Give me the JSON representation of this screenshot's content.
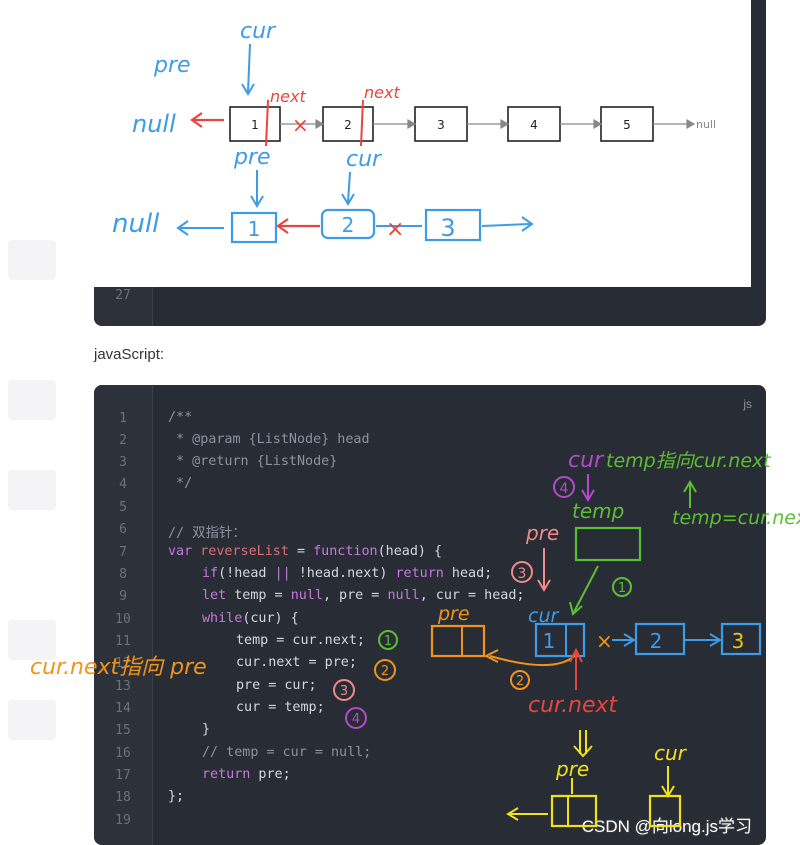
{
  "top_block": {
    "line_number": "27",
    "diagram": {
      "printed_nodes": [
        "1",
        "2",
        "3",
        "4",
        "5"
      ],
      "printed_null": "null",
      "labels": {
        "cur_top": "cur",
        "pre_top": "pre",
        "null_left": "null",
        "next_1": "next",
        "next_2": "next",
        "cross_1": "×",
        "pre_mid": "pre",
        "cur_mid": "cur",
        "null_bottom": "null",
        "node_b1": "1",
        "node_b2": "2",
        "node_b3": "3",
        "cross_2": "×"
      }
    }
  },
  "section_label": "javaScript:",
  "code_block": {
    "lang": "js",
    "line_numbers": [
      "1",
      "2",
      "3",
      "4",
      "5",
      "6",
      "7",
      "8",
      "9",
      "10",
      "11",
      "12",
      "13",
      "14",
      "15",
      "16",
      "17",
      "18",
      "19"
    ],
    "lines": {
      "l1": "/**",
      "l2": " * @param {ListNode} head",
      "l3": " * @return {ListNode}",
      "l4": " */",
      "l6": "// 双指针：",
      "l7_kw": "var",
      "l7_fn": "reverseList",
      "l7_eq": " = ",
      "l7_kw2": "function",
      "l7_rest": "(head) {",
      "l8_kw": "if",
      "l8_a": "(!head ",
      "l8_op": "||",
      "l8_b": " !head.next) ",
      "l8_kw2": "return",
      "l8_c": " head;",
      "l9_kw": "let",
      "l9_a": " temp = ",
      "l9_n1": "null",
      "l9_b": ", pre = ",
      "l9_n2": "null",
      "l9_c": ", cur = head;",
      "l10_kw": "while",
      "l10_a": "(cur) {",
      "l11": "temp = cur.next;",
      "l12": "cur.next = pre;",
      "l13": "pre = cur;",
      "l14": "cur = temp;",
      "l15": "}",
      "l16": "// temp = cur = null;",
      "l17_kw": "return",
      "l17_a": " pre;",
      "l18": "};"
    },
    "annotations": {
      "title_cur": "cur",
      "title_rest": "temp指向cur.next",
      "num_4": "4",
      "temp_label": "temp",
      "temp_eq": "temp=cur.next",
      "num_1a": "1",
      "pre_label": "pre",
      "num_3a": "3",
      "cur_label": "cur",
      "pre_box_label": "pre",
      "node_a1": "1",
      "node_a2": "2",
      "node_a3": "3",
      "cross": "×",
      "left_note": "cur.next指向 pre",
      "num_1b": "1",
      "num_2a": "2",
      "num_3b": "3",
      "num_4b": "4",
      "num_2b": "2",
      "cur_next_label": "cur.next",
      "pre_bottom": "pre",
      "cur_bottom": "cur"
    },
    "watermark": "CSDN @向long.js学习"
  }
}
